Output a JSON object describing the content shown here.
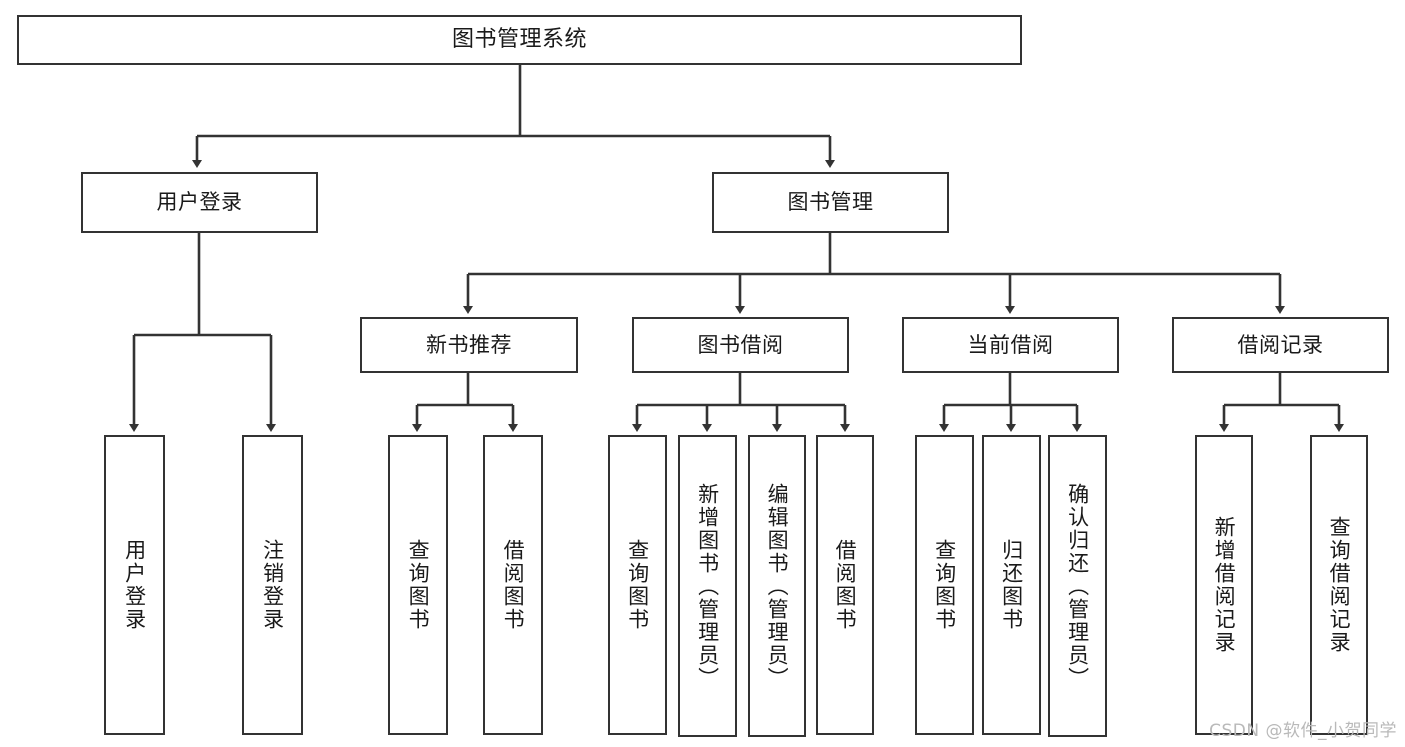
{
  "diagram": {
    "title": "图书管理系统",
    "type": "hierarchy-tree",
    "watermark": "CSDN @软件_小贺同学",
    "accent_color": "#333333",
    "background_color": "#ffffff",
    "nodes": {
      "root": {
        "label": "图书管理系统"
      },
      "level1": [
        {
          "label": "用户登录"
        },
        {
          "label": "图书管理"
        }
      ],
      "level2": [
        {
          "label": "新书推荐"
        },
        {
          "label": "图书借阅"
        },
        {
          "label": "当前借阅"
        },
        {
          "label": "借阅记录"
        }
      ],
      "leaves": {
        "user_login": [
          {
            "label": "用户登录"
          },
          {
            "label": "注销登录"
          }
        ],
        "new_book_recommend": [
          {
            "label": "查询图书"
          },
          {
            "label": "借阅图书"
          }
        ],
        "book_borrow": [
          {
            "label": "查询图书"
          },
          {
            "label": "新增图书（管理员）"
          },
          {
            "label": "编辑图书（管理员）"
          },
          {
            "label": "借阅图书"
          }
        ],
        "current_borrow": [
          {
            "label": "查询图书"
          },
          {
            "label": "归还图书"
          },
          {
            "label": "确认归还（管理员）"
          }
        ],
        "borrow_records": [
          {
            "label": "新增借阅记录"
          },
          {
            "label": "查询借阅记录"
          }
        ]
      }
    }
  }
}
